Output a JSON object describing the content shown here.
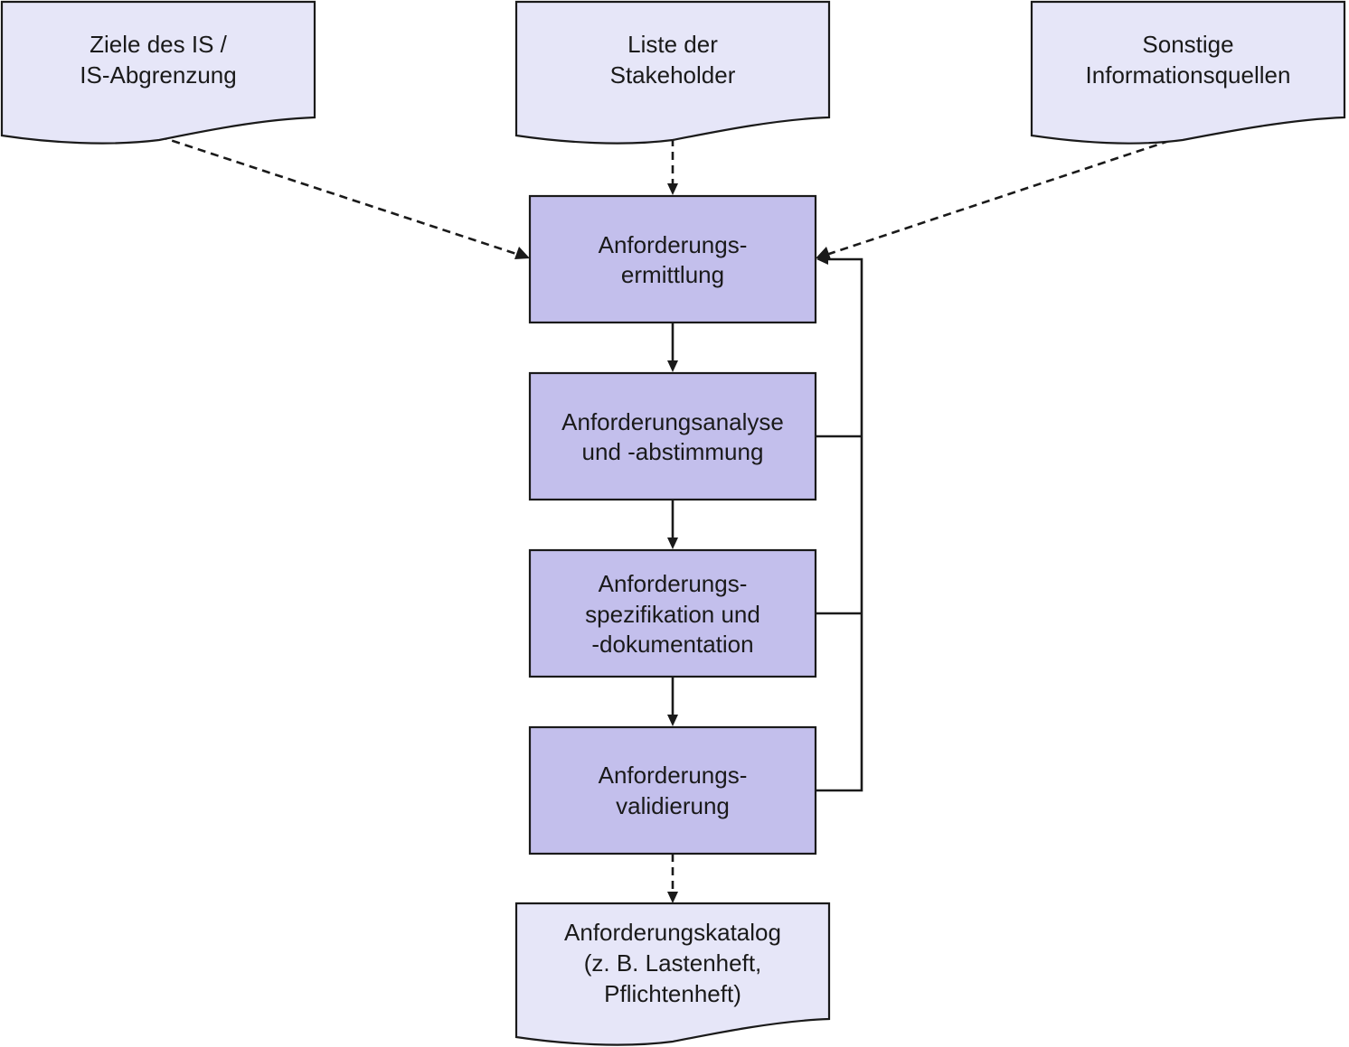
{
  "colors": {
    "document_fill": "#e6e6f8",
    "process_fill": "#c3bfec",
    "stroke": "#1a1a1a"
  },
  "inputs": [
    {
      "id": "ziele",
      "lines": [
        "Ziele des IS /",
        "IS-Abgrenzung"
      ]
    },
    {
      "id": "stakeholder",
      "lines": [
        "Liste der",
        "Stakeholder"
      ]
    },
    {
      "id": "sonstige",
      "lines": [
        "Sonstige",
        "Informationsquellen"
      ]
    }
  ],
  "steps": [
    {
      "id": "ermittlung",
      "lines": [
        "Anforderungs-",
        "ermittlung"
      ]
    },
    {
      "id": "analyse",
      "lines": [
        "Anforderungsanalyse",
        "und -abstimmung"
      ]
    },
    {
      "id": "spezifikation",
      "lines": [
        "Anforderungs-",
        "spezifikation und",
        "-dokumentation"
      ]
    },
    {
      "id": "validierung",
      "lines": [
        "Anforderungs-",
        "validierung"
      ]
    }
  ],
  "output": {
    "id": "katalog",
    "lines": [
      "Anforderungskatalog",
      "(z. B. Lastenheft,",
      "Pflichtenheft)"
    ]
  },
  "edges": [
    {
      "from": "ziele",
      "to": "ermittlung",
      "style": "dashed"
    },
    {
      "from": "stakeholder",
      "to": "ermittlung",
      "style": "dashed"
    },
    {
      "from": "sonstige",
      "to": "ermittlung",
      "style": "dashed"
    },
    {
      "from": "ermittlung",
      "to": "analyse",
      "style": "solid"
    },
    {
      "from": "analyse",
      "to": "spezifikation",
      "style": "solid"
    },
    {
      "from": "spezifikation",
      "to": "validierung",
      "style": "solid"
    },
    {
      "from": "validierung",
      "to": "katalog",
      "style": "dashed"
    },
    {
      "from": "analyse",
      "to": "ermittlung",
      "style": "feedback"
    },
    {
      "from": "spezifikation",
      "to": "ermittlung",
      "style": "feedback"
    },
    {
      "from": "validierung",
      "to": "ermittlung",
      "style": "feedback"
    }
  ]
}
